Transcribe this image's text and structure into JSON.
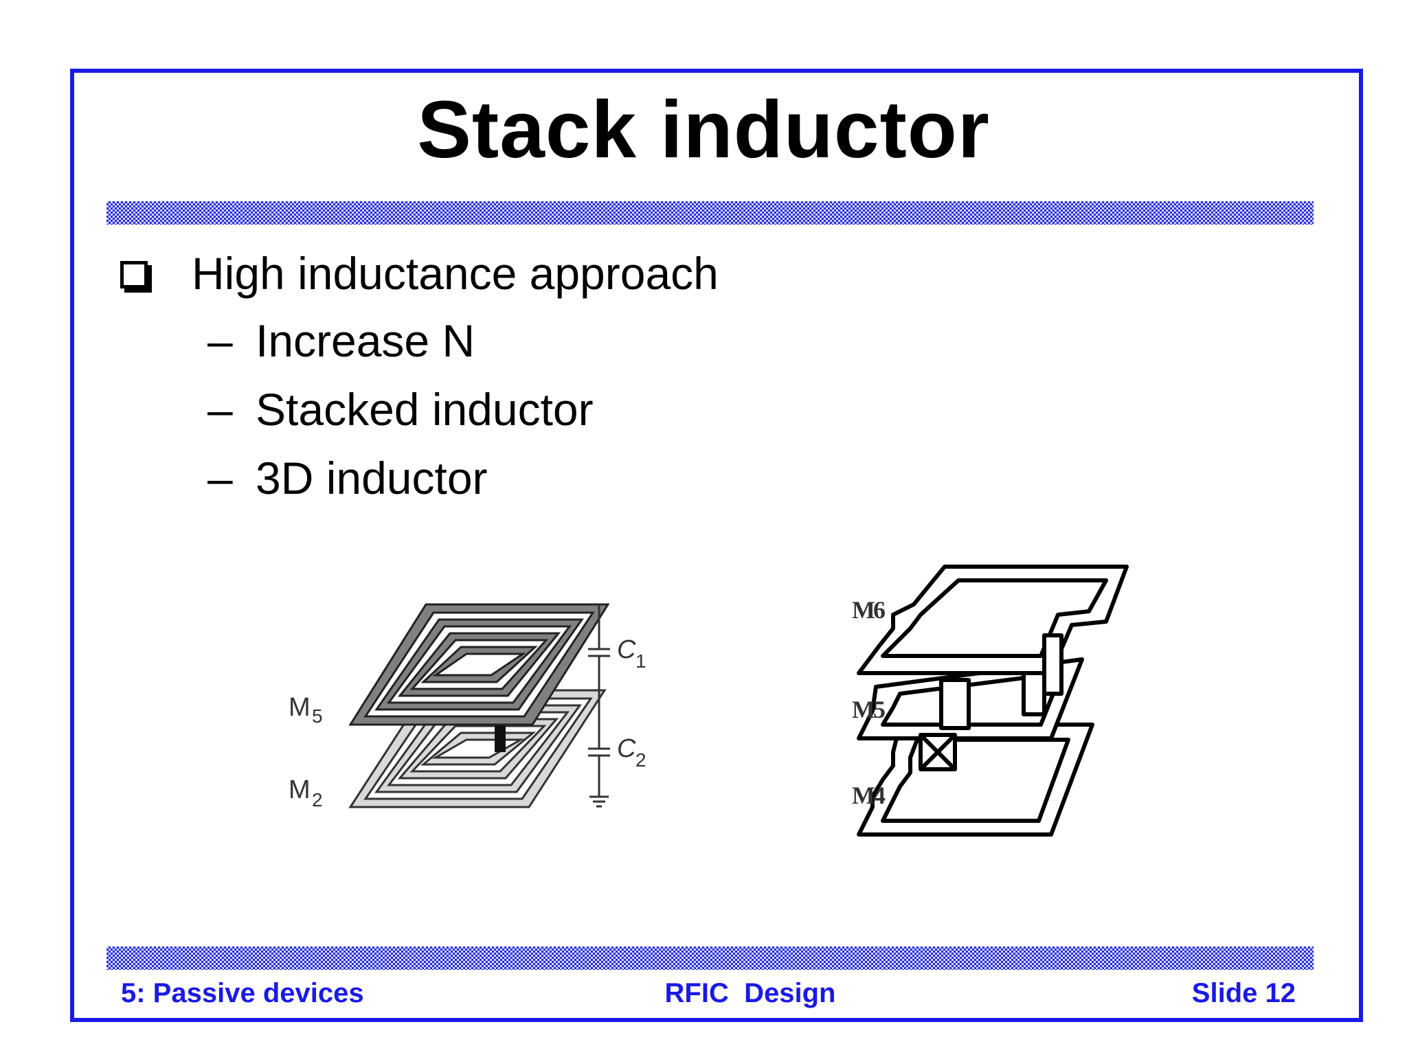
{
  "slide": {
    "title": "Stack inductor",
    "bullet": "High inductance approach",
    "sub_items": [
      {
        "dash": "–",
        "text": "Increase N"
      },
      {
        "dash": "–",
        "text": "Stacked inductor"
      },
      {
        "dash": "–",
        "text": "3D inductor"
      }
    ]
  },
  "figure_left": {
    "labels": {
      "m5": "M",
      "m5_sub": "5",
      "m2": "M",
      "m2_sub": "2",
      "c1": "C",
      "c1_sub": "1",
      "c2": "C",
      "c2_sub": "2"
    }
  },
  "figure_right": {
    "labels": {
      "m6": "M6",
      "m5": "M5",
      "m4": "M4"
    }
  },
  "footer": {
    "left": "5: Passive devices",
    "center": "RFIC  Design",
    "right": "Slide 12"
  },
  "colors": {
    "frame_border": "#1a1ae6",
    "footer_text": "#1a1ae6",
    "rule_pattern": "#2b2bd6"
  }
}
